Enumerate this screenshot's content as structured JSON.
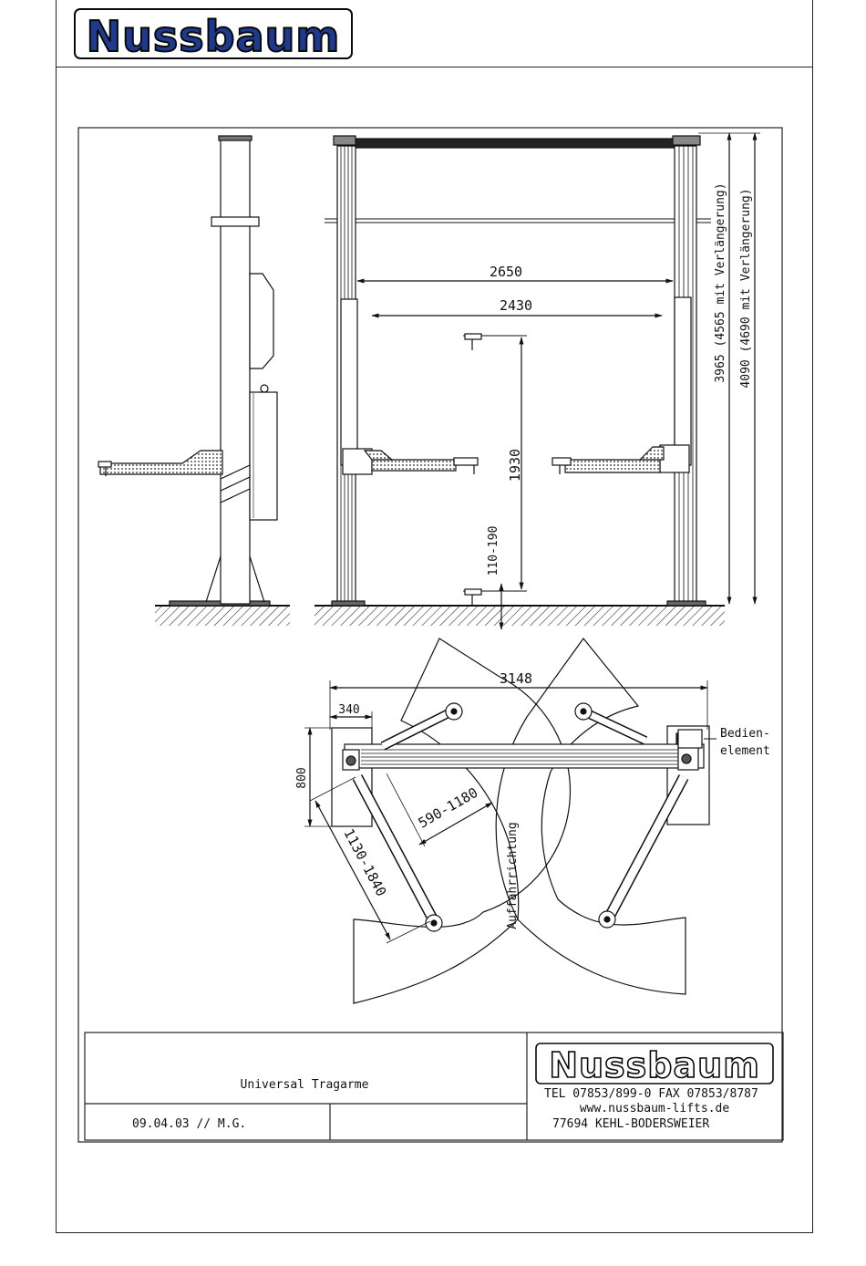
{
  "brand": {
    "name": "Nussbaum",
    "color_fill": "#1d3a8f",
    "color_outline": "#0a0a0a"
  },
  "side_view": {},
  "front_view": {
    "dim_outer_width": "2650",
    "dim_inner_width": "2430",
    "dim_lift_height": "1930",
    "dim_pickup_height": "110-190",
    "dim_height_a": "3965 (4565 mit Verlängerung)",
    "dim_height_b": "4090 (4690 mit Verlängerung)"
  },
  "top_view": {
    "dim_total_width": "3148",
    "dim_base_width": "340",
    "dim_base_depth": "800",
    "dim_short_arm": "590-1180",
    "dim_long_arm": "1130-1840",
    "label_drive_direction": "Auffahrrichtung",
    "label_control_line1": "Bedien-",
    "label_control_line2": "element"
  },
  "title_block": {
    "title": "Universal Tragarme",
    "date_author": "09.04.03 // M.G.",
    "company_name": "Nussbaum",
    "phone_fax": "TEL  07853/899-0    FAX  07853/8787",
    "website": "www.nussbaum-lifts.de",
    "address": "77694  KEHL-BODERSWEIER"
  }
}
